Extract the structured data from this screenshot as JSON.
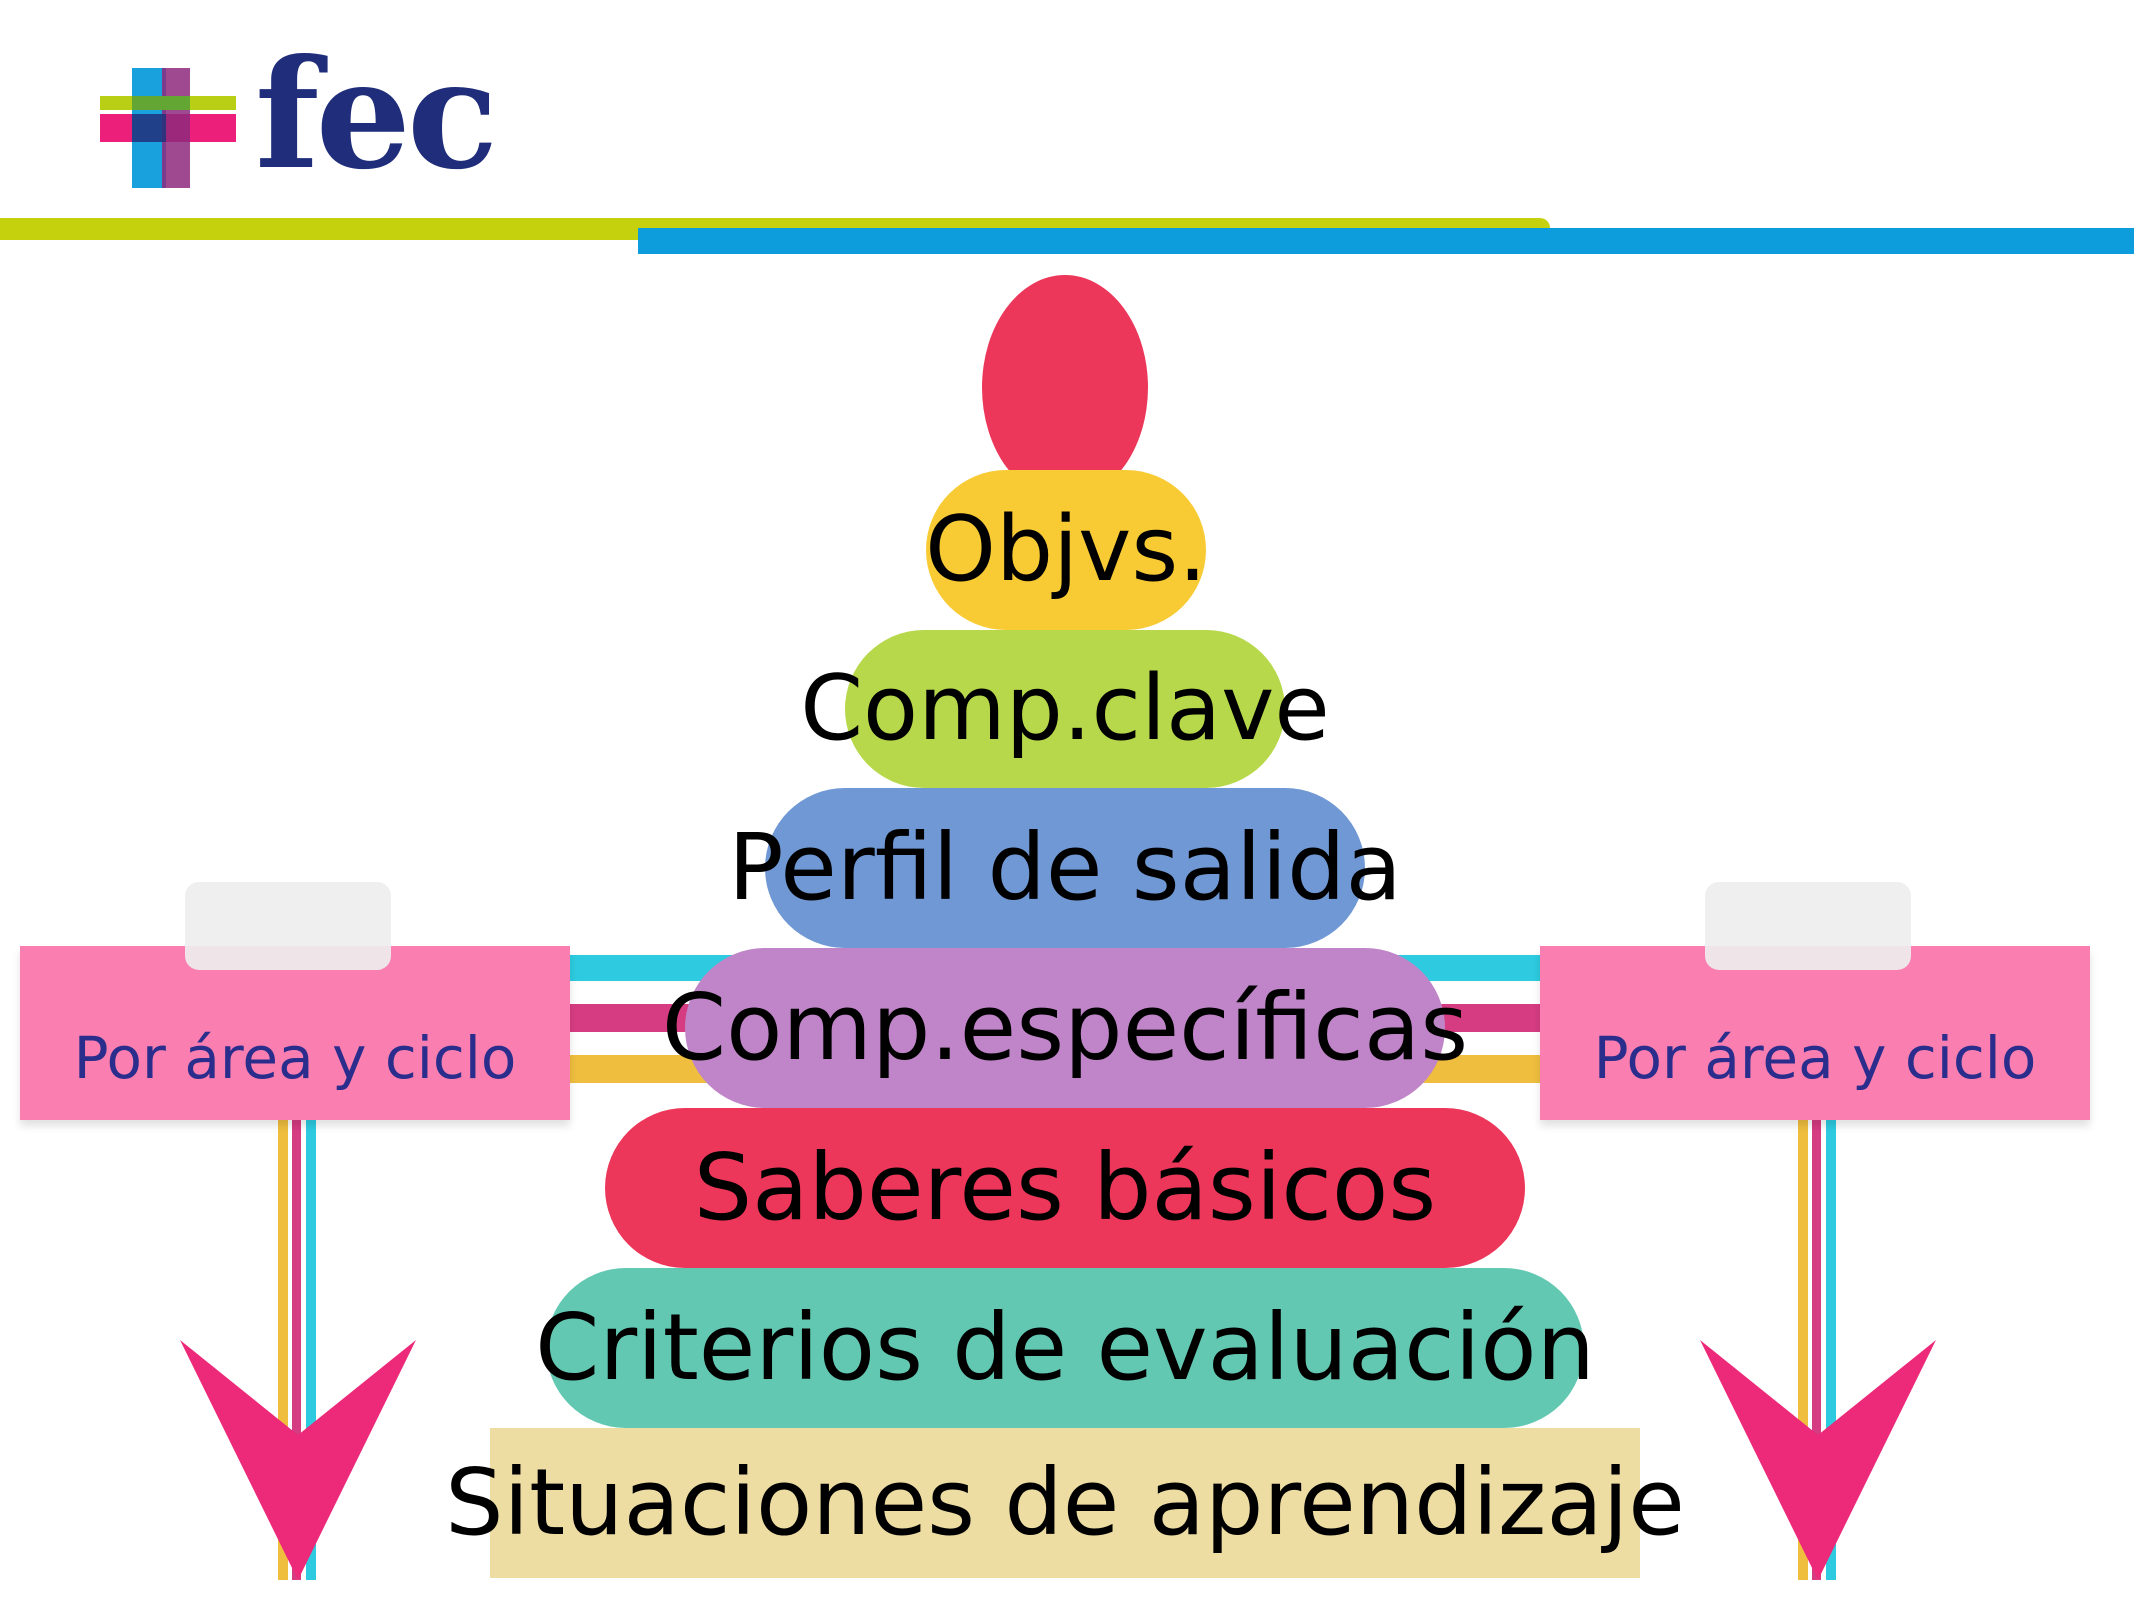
{
  "logo": {
    "text": "fec"
  },
  "colors": {
    "header_line_lime": "#c4d10c",
    "header_line_blue": "#0d9ddc",
    "top_circle": "#ec375a",
    "side_box": "#fa7fb0",
    "side_text": "#2a2d8c",
    "arrow": "#ed2979",
    "stripe_cyan": "#2ecbe0",
    "stripe_magenta": "#d63c82",
    "stripe_yellow": "#efbe3f"
  },
  "pyramid": [
    {
      "label": "Objvs.",
      "color": "#f8cb34"
    },
    {
      "label": "Comp.clave",
      "color": "#b7d84a"
    },
    {
      "label": "Perfil de salida",
      "color": "#6f98d4"
    },
    {
      "label": "Comp.específicas",
      "color": "#c085c8"
    },
    {
      "label": "Saberes básicos",
      "color": "#ec375a"
    },
    {
      "label": "Criterios de evaluación",
      "color": "#62c8b2"
    },
    {
      "label": "Situaciones de aprendizaje",
      "color": "#eddda3"
    }
  ],
  "side_left": {
    "label": "Por área y ciclo"
  },
  "side_right": {
    "label": "Por área y ciclo"
  }
}
